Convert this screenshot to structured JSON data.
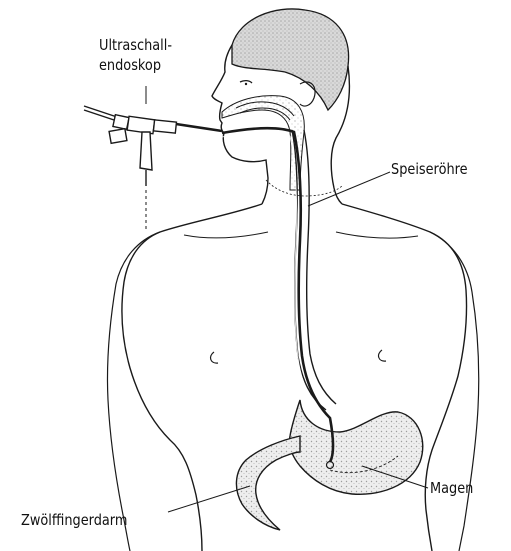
{
  "labels": {
    "endoscope_line1": "Ultraschall-",
    "endoscope_line2": "endoskop",
    "esophagus": "Speiseröhre",
    "stomach": "Magen",
    "duodenum": "Zwölffingerdarm"
  },
  "colors": {
    "line": "#1a1a1a",
    "stipple": "#9a9a9a",
    "hair": "#c8c8c8",
    "organ_fill": "#e6e6e6",
    "background": "#ffffff"
  }
}
